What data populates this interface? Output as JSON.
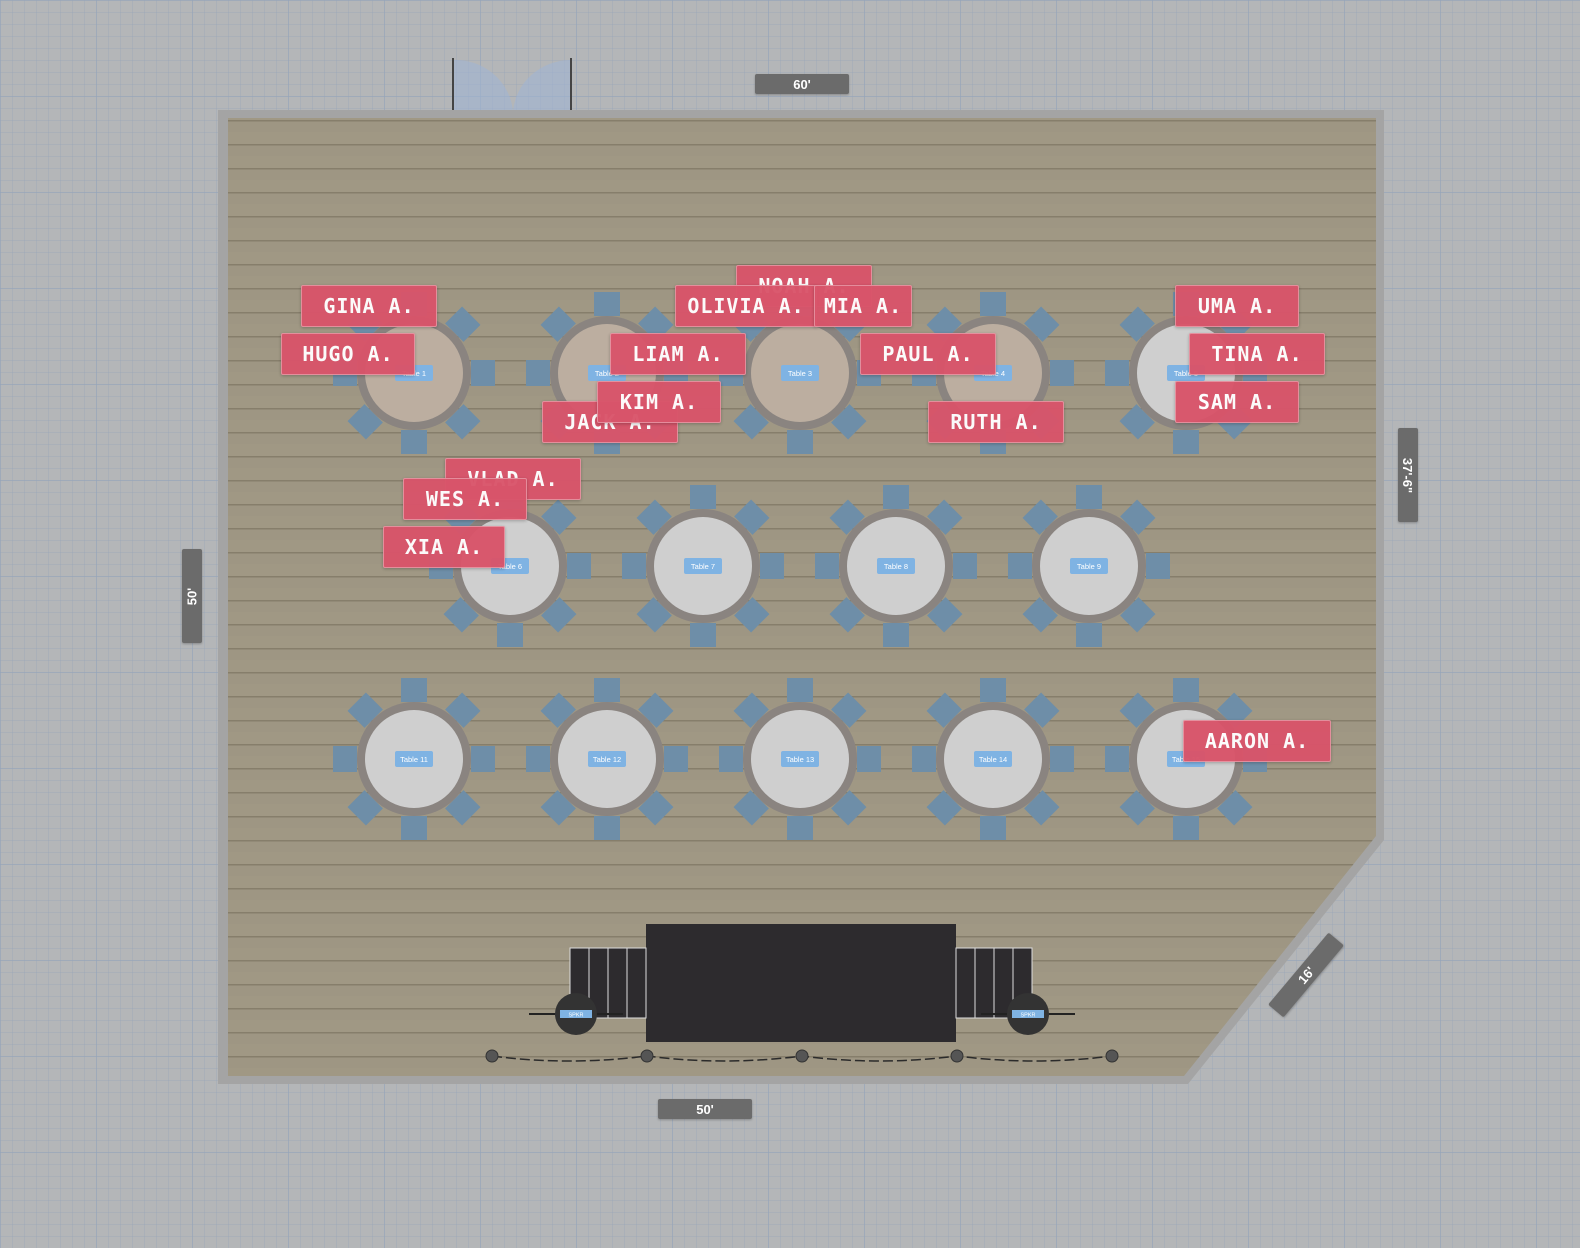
{
  "colors": {
    "floor": "#9e9683",
    "floor_plank_line": "#877f6c",
    "wall": "#a8a8a8",
    "chair": "#6e8ea8",
    "table_assigned": "#bcaea0",
    "table_empty": "#cfcfcf",
    "table_label_bg": "#7fb3e3",
    "guest_tag": "#d9546a",
    "stage": "#2d2b2e",
    "dimension_tag": "#6b6b6b"
  },
  "dimensions": {
    "top": "60'",
    "bottom": "50'",
    "left": "50'",
    "right": "37'-6\"",
    "diagonal": "16'"
  },
  "tables": [
    {
      "label": "Table 1",
      "assigned": true
    },
    {
      "label": "Table 2",
      "assigned": true
    },
    {
      "label": "Table 3",
      "assigned": true
    },
    {
      "label": "Table 4",
      "assigned": true
    },
    {
      "label": "Table 5",
      "assigned": false
    },
    {
      "label": "Table 6",
      "assigned": false
    },
    {
      "label": "Table 7",
      "assigned": false
    },
    {
      "label": "Table 8",
      "assigned": false
    },
    {
      "label": "Table 9",
      "assigned": false
    },
    {
      "label": "Table 11",
      "assigned": false
    },
    {
      "label": "Table 12",
      "assigned": false
    },
    {
      "label": "Table 13",
      "assigned": false
    },
    {
      "label": "Table 14",
      "assigned": false
    },
    {
      "label": "Table 15",
      "assigned": false
    }
  ],
  "speaker_labels": [
    "SPKR",
    "SPKR"
  ],
  "guests": [
    "NOAH A.",
    "OLIVIA A.",
    "MIA A.",
    "GINA A.",
    "HUGO A.",
    "LIAM A.",
    "PAUL A.",
    "JACK A.",
    "KIM A.",
    "RUTH A.",
    "UMA A.",
    "TINA A.",
    "SAM A.",
    "VLAD A.",
    "WES A.",
    "XIA A.",
    "AARON A."
  ]
}
